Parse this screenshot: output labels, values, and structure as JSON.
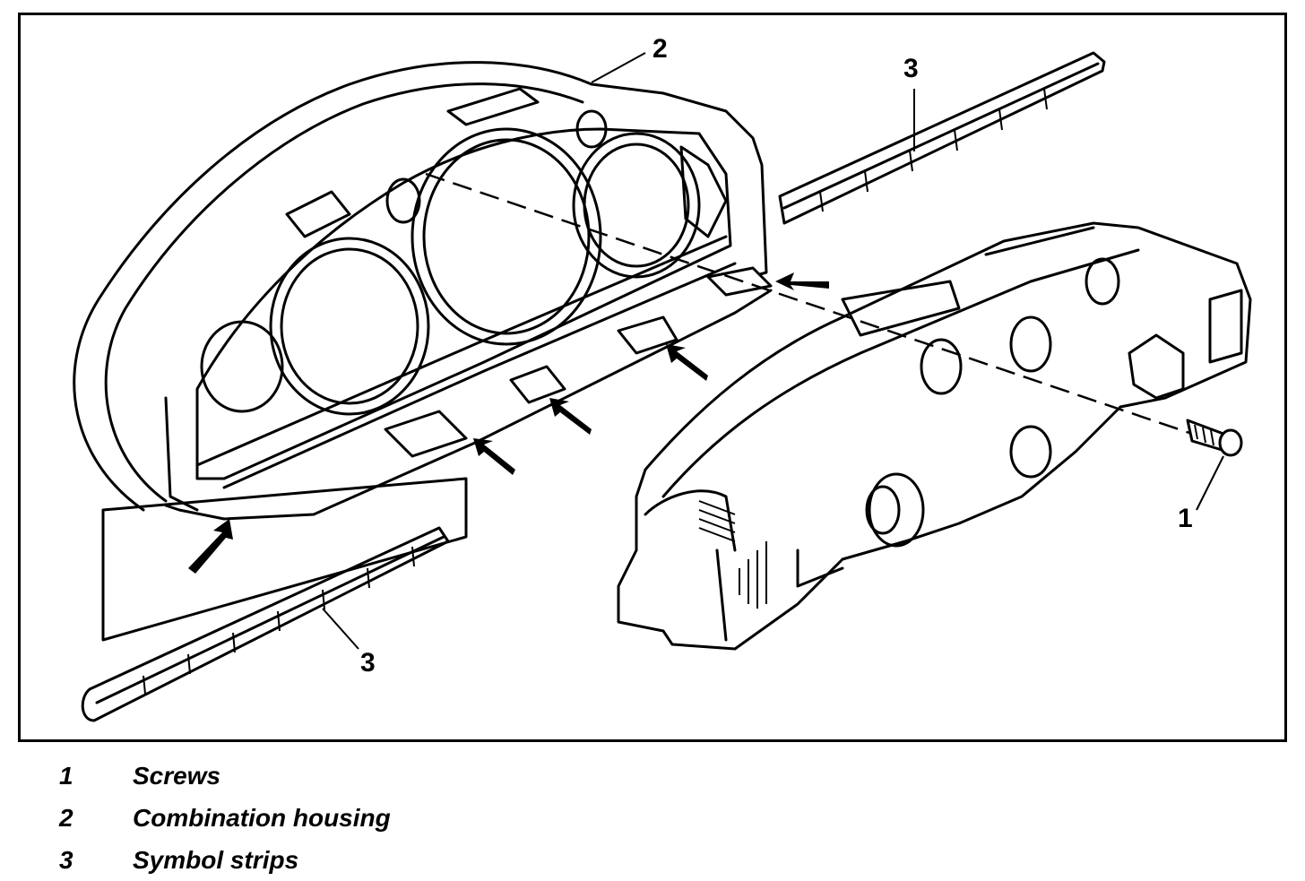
{
  "diagram": {
    "callouts": [
      {
        "id": "callout-1",
        "label": "1"
      },
      {
        "id": "callout-2",
        "label": "2"
      },
      {
        "id": "callout-3a",
        "label": "3"
      },
      {
        "id": "callout-3b",
        "label": "3"
      }
    ]
  },
  "legend": [
    {
      "number": "1",
      "text": "Screws"
    },
    {
      "number": "2",
      "text": "Combination housing"
    },
    {
      "number": "3",
      "text": "Symbol strips"
    }
  ]
}
